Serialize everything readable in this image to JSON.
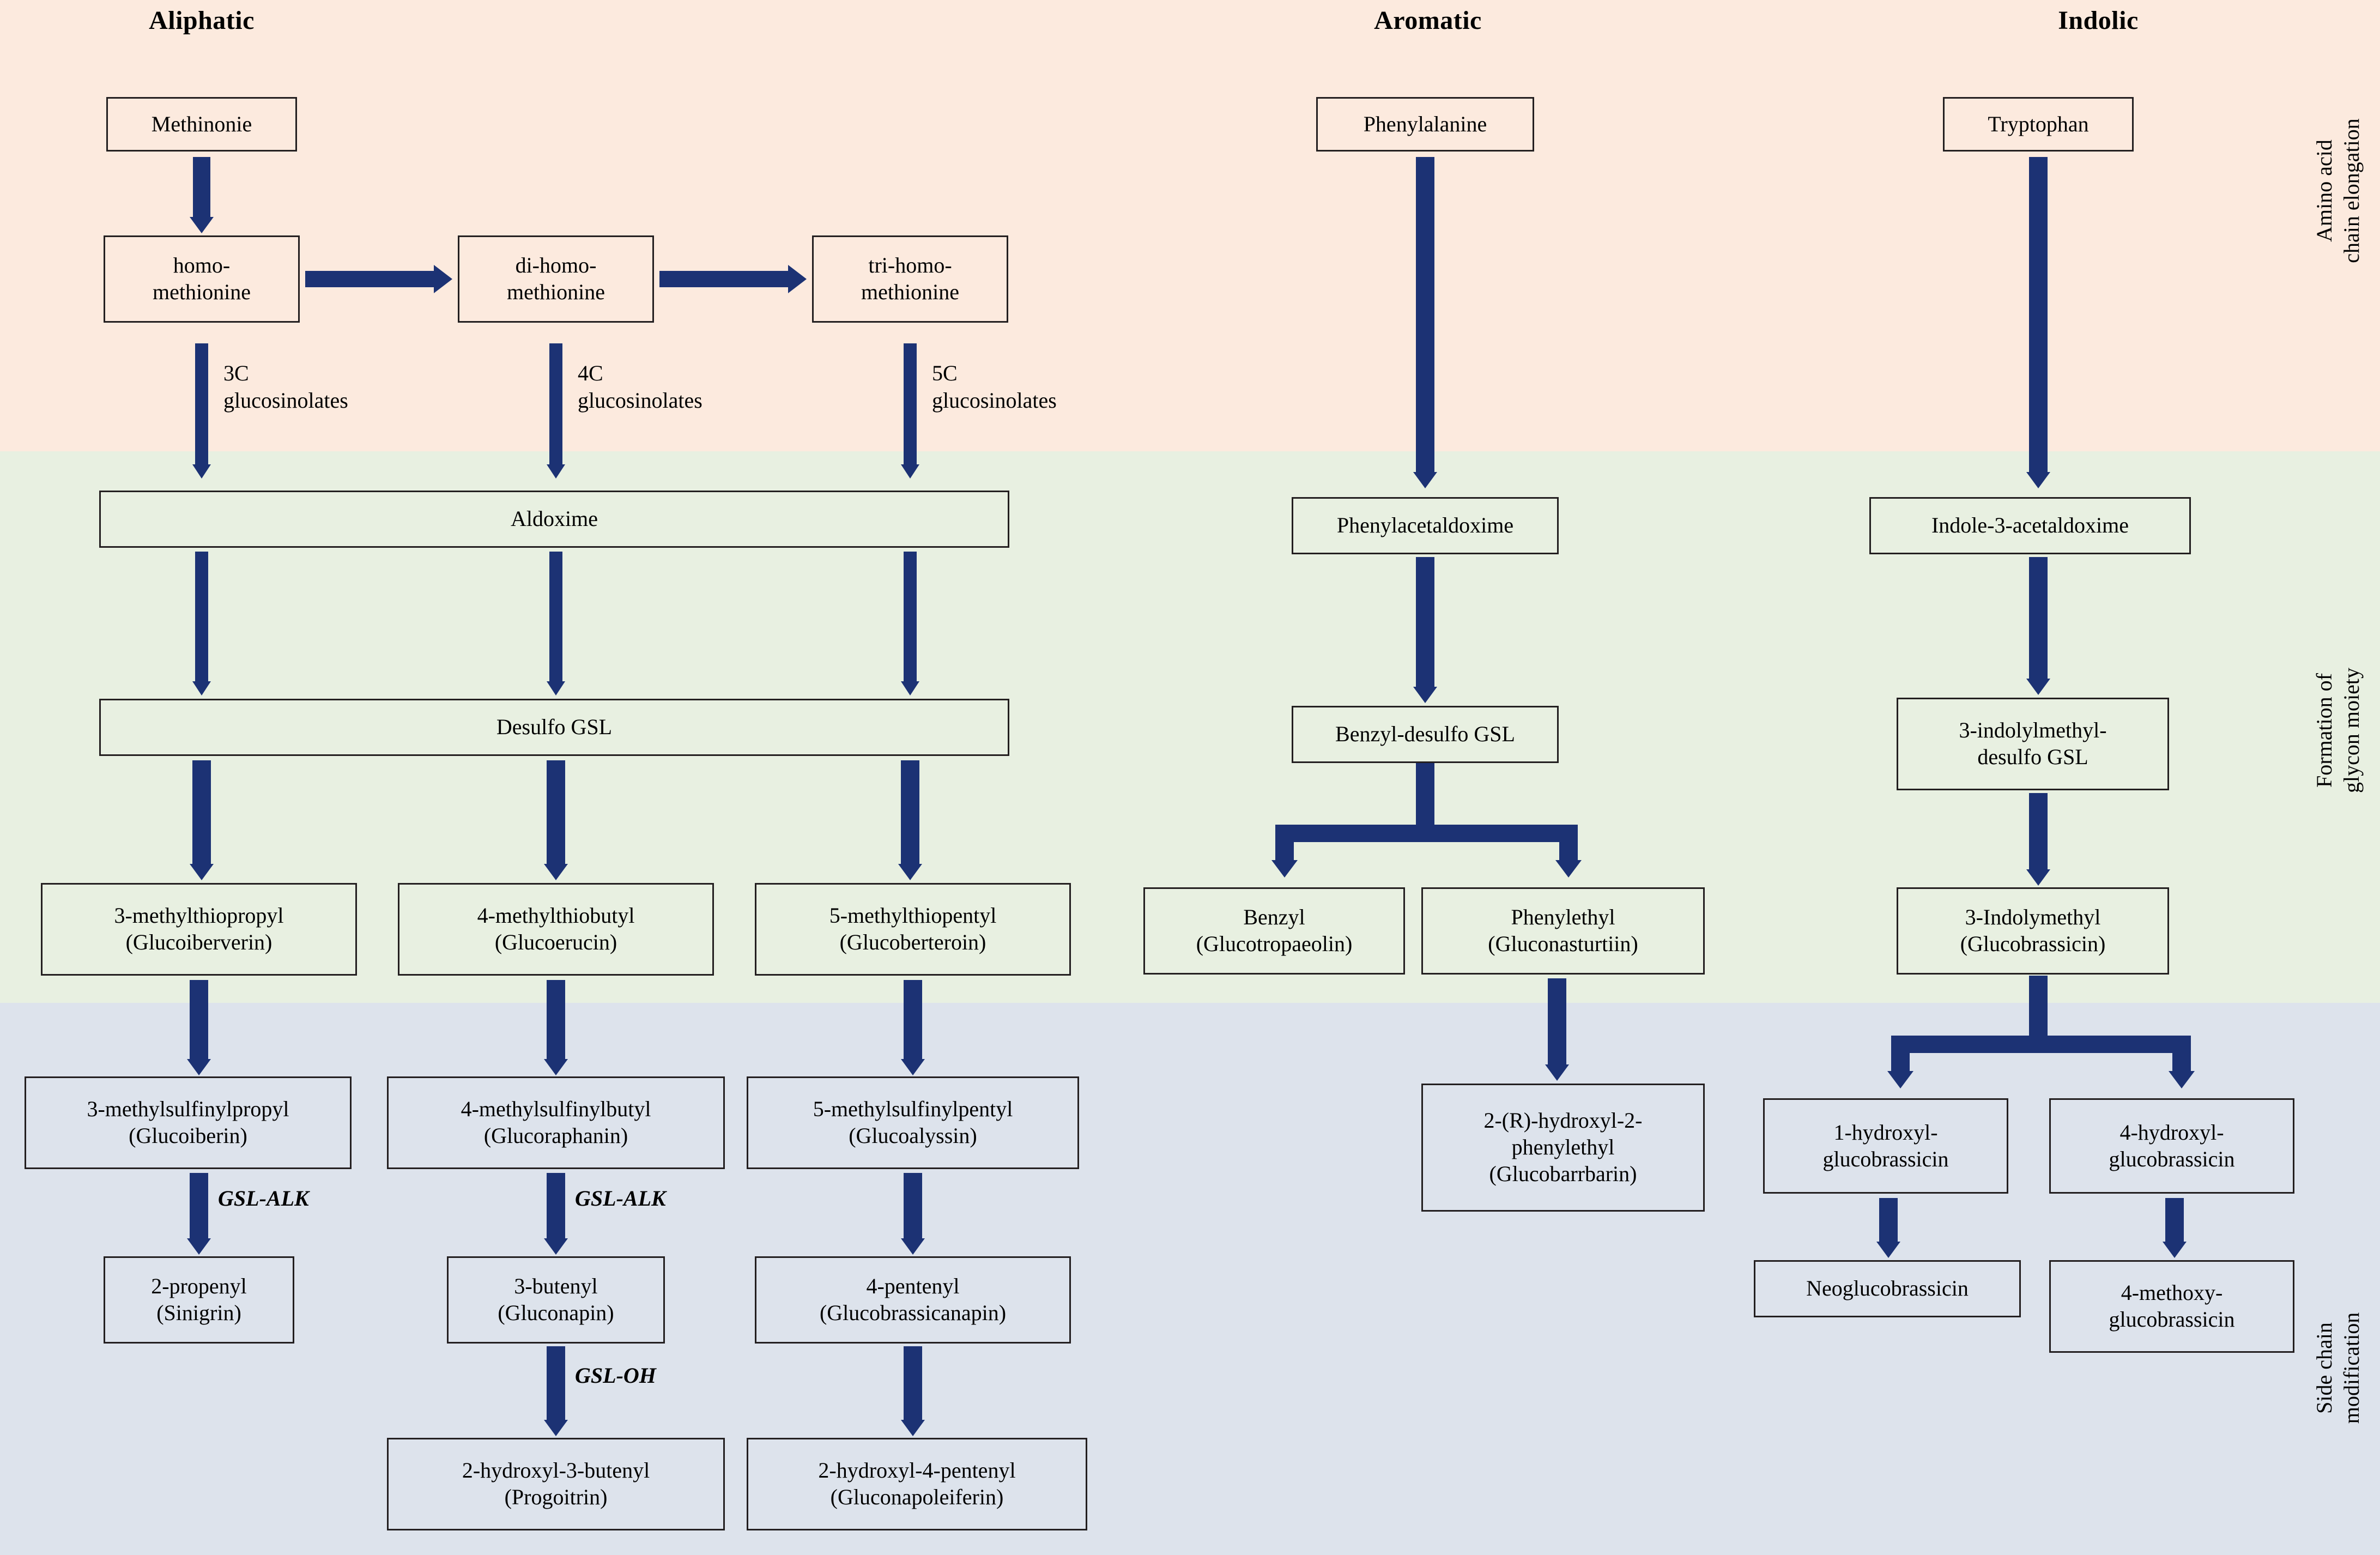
{
  "columns": [
    {
      "id": "aliphatic",
      "title": "Aliphatic"
    },
    {
      "id": "aromatic",
      "title": "Aromatic"
    },
    {
      "id": "indolic",
      "title": "Indolic"
    }
  ],
  "stage_labels": [
    {
      "id": "amino",
      "text": "Amino acid\nchain elongation"
    },
    {
      "id": "glycon",
      "text": "Formation of\nglycon moiety"
    },
    {
      "id": "side",
      "text": "Side chain\nmodification"
    }
  ],
  "bands": {
    "amino_color": "#fceade",
    "glycon_color": "#e8f0e1",
    "side_color": "#dde3ec"
  },
  "colors": {
    "arrow": "#1c3274",
    "box_border": "#231f20",
    "text": "#000000"
  },
  "nodes": {
    "methionine": {
      "l1": "Methinonie",
      "l2": ""
    },
    "homo_methionine": {
      "l1": "homo-",
      "l2": "methionine"
    },
    "di_homo_methionine": {
      "l1": "di-homo-",
      "l2": "methionine"
    },
    "tri_homo_methionine": {
      "l1": "tri-homo-",
      "l2": "methionine"
    },
    "aldoxime": {
      "l1": "Aldoxime",
      "l2": ""
    },
    "desulfo_gsl": {
      "l1": "Desulfo GSL",
      "l2": ""
    },
    "mtp3": {
      "l1": "3-methylthiopropyl",
      "l2": "(Glucoiberverin)"
    },
    "mtb4": {
      "l1": "4-methylthiobutyl",
      "l2": "(Glucoerucin)"
    },
    "mtp5": {
      "l1": "5-methylthiopentyl",
      "l2": "(Glucoberteroin)"
    },
    "msp3": {
      "l1": "3-methylsulfinylpropyl",
      "l2": "(Glucoiberin)"
    },
    "msb4": {
      "l1": "4-methylsulfinylbutyl",
      "l2": "(Glucoraphanin)"
    },
    "msp5": {
      "l1": "5-methylsulfinylpentyl",
      "l2": "(Glucoalyssin)"
    },
    "propenyl2": {
      "l1": "2-propenyl",
      "l2": "(Sinigrin)"
    },
    "butenyl3": {
      "l1": "3-butenyl",
      "l2": "(Gluconapin)"
    },
    "pentenyl4": {
      "l1": "4-pentenyl",
      "l2": "(Glucobrassicanapin)"
    },
    "hydroxybutenyl": {
      "l1": "2-hydroxyl-3-butenyl",
      "l2": "(Progoitrin)"
    },
    "hydroxypentenyl": {
      "l1": "2-hydroxyl-4-pentenyl",
      "l2": "(Gluconapoleiferin)"
    },
    "phenylalanine": {
      "l1": "Phenylalanine",
      "l2": ""
    },
    "phenylacetaldoxime": {
      "l1": "Phenylacetaldoxime",
      "l2": ""
    },
    "benzyl_desulfo": {
      "l1": "Benzyl-desulfo GSL",
      "l2": ""
    },
    "benzyl": {
      "l1": "Benzyl",
      "l2": "(Glucotropaeolin)"
    },
    "phenylethyl": {
      "l1": "Phenylethyl",
      "l2": "(Gluconasturtiin)"
    },
    "hydroxyphenylethyl": {
      "l1": "2-(R)-hydroxyl-2-",
      "l2": "phenylethyl",
      "l3": "(Glucobarrbarin)"
    },
    "tryptophan": {
      "l1": "Tryptophan",
      "l2": ""
    },
    "indole_acetaldoxime": {
      "l1": "Indole-3-acetaldoxime",
      "l2": ""
    },
    "indolylmethyl_desulfo": {
      "l1": "3-indolylmethyl-",
      "l2": "desulfo GSL"
    },
    "indolylmethyl3": {
      "l1": "3-Indolymethyl",
      "l2": "(Glucobrassicin)"
    },
    "hydroxy_gb1": {
      "l1": "1-hydroxyl-",
      "l2": "glucobrassicin"
    },
    "hydroxy_gb4": {
      "l1": "4-hydroxyl-",
      "l2": "glucobrassicin"
    },
    "neoglucobrassicin": {
      "l1": "Neoglucobrassicin",
      "l2": ""
    },
    "methoxy_gb4": {
      "l1": "4-methoxy-",
      "l2": "glucobrassicin"
    }
  },
  "edge_labels": {
    "gsl3c": "3C\nglucosinolates",
    "gsl4c": "4C\nglucosinolates",
    "gsl5c": "5C\nglucosinolates"
  },
  "enzymes": {
    "alk_1": "GSL-ALK",
    "alk_2": "GSL-ALK",
    "oh_1": "GSL-OH"
  }
}
